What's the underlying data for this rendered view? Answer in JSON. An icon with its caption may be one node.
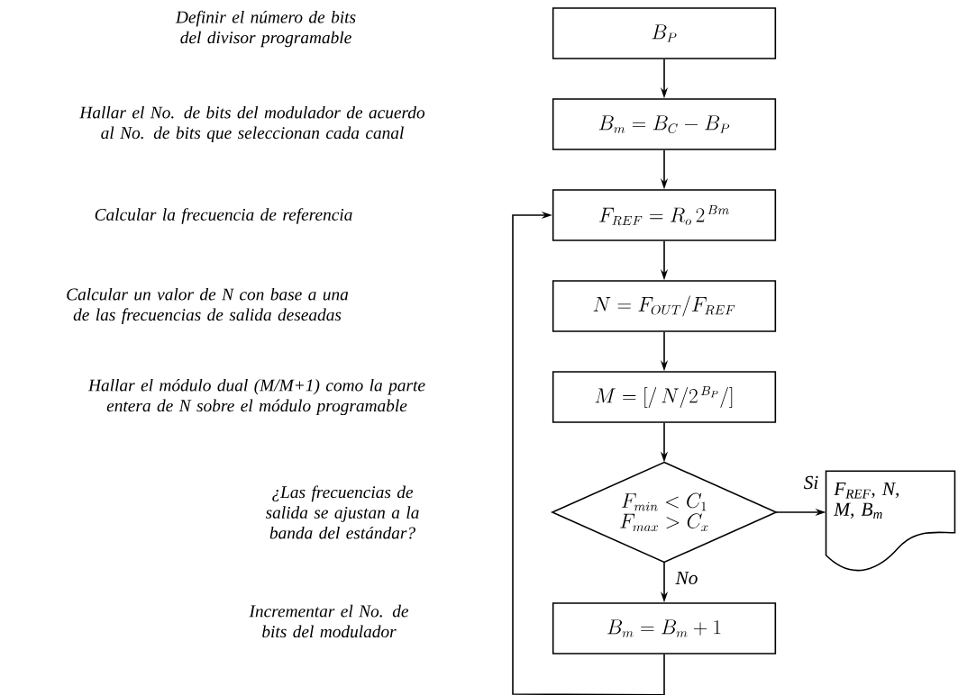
{
  "diagram": {
    "nodes": [
      {
        "text": [
          "B_P"
        ]
      },
      {
        "text": [
          "B_m = B_C - B_P"
        ]
      },
      {
        "text": [
          "F_{REF} = R_o\\, 2^{\\,Bm}"
        ]
      },
      {
        "text": [
          "N = F_{OUT} / F_{REF}"
        ]
      },
      {
        "text": [
          "M = [/\\, N / 2^{\\,B_P} /]"
        ]
      },
      {
        "text": [
          "F_{min} < C_1",
          "F_{max} > C_x"
        ]
      },
      {
        "text": [
          "F$_{REF}$, N, M, B$_{m}$"
        ]
      },
      {
        "text": [
          "B_m = B_m + 1"
        ]
      }
    ],
    "edges": [
      {
        "from": 0,
        "to": 1,
        "arrow": "to"
      },
      {
        "from": 1,
        "to": 2,
        "arrow": "to"
      },
      {
        "from": 2,
        "to": 3,
        "arrow": "to"
      },
      {
        "from": 3,
        "to": 4,
        "arrow": "to"
      },
      {
        "from": 4,
        "to": 5,
        "arrow": "to"
      },
      {
        "from": 5,
        "to": 6,
        "arrow": "to",
        "label": "Si"
      },
      {
        "from": 5,
        "to": 7,
        "arrow": "to",
        "label": "No"
      },
      {
        "from": 7,
        "to": 2,
        "arrow": "to"
      }
    ],
    "labels": [
      "Definir el número de bits del divisor programable",
      "Hallar el No. de bits del modulador de acuerdo al No. de bits que seleccionan cada canal",
      "Calcular la frecuencia de referencia",
      "Calcular un valor de N con base a una de las frecuencias de salida deseadas",
      "Hallar el módulo dual (M/M+1) como la parte entera de N sobre el módulo programable",
      "¿Las frecuencias de salida se ajustan a la banda del estándar?",
      "Incrementar el No. de bits del modulador"
    ]
  }
}
